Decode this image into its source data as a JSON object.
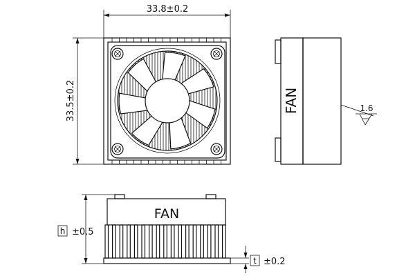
{
  "dimensions": {
    "width": "33.8±0.2",
    "height": "33.5±0.2",
    "h_label": "h",
    "h_tol": "±0.5",
    "t_label": "t",
    "t_tol": "±0.2",
    "surface_finish": "1.6"
  },
  "labels": {
    "side_view_text": "FAN",
    "front_view_text": "FAN"
  }
}
